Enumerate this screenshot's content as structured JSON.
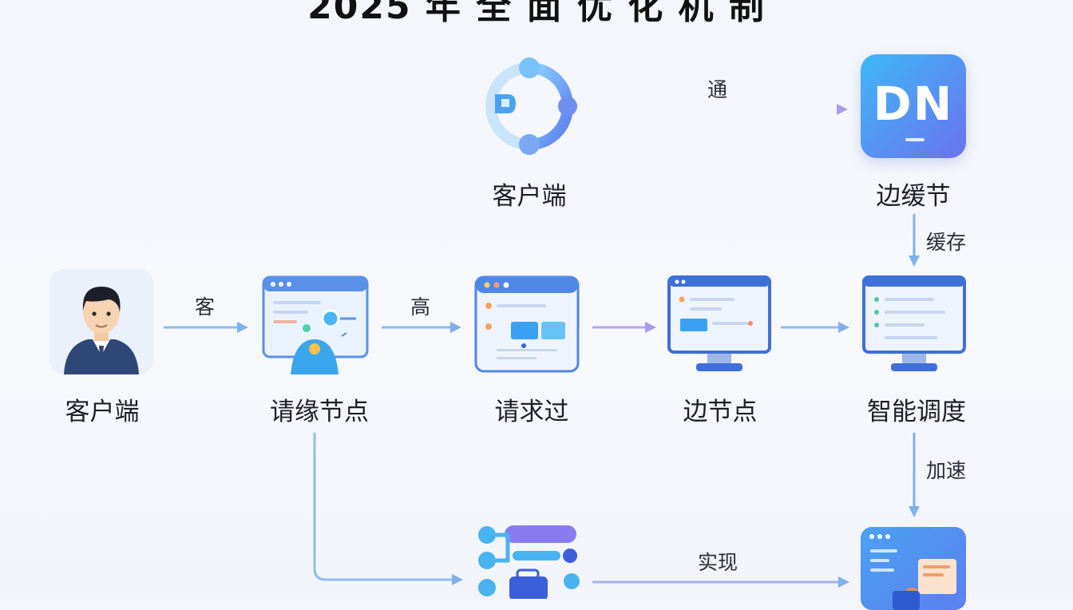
{
  "title": "2025 年 全 面 优 化 机 制",
  "nodes": {
    "client_top": "客户端",
    "edge_cache": "边缓节",
    "client_left": "客户端",
    "request_edge": "请缘节点",
    "request_pass": "请求过",
    "edge_node": "边节点",
    "smart_dispatch": "智能调度"
  },
  "edges": {
    "connect": "通",
    "cache": "缓存",
    "guest": "客",
    "high": "高",
    "accelerate": "加速",
    "realize": "实现"
  },
  "icons": {
    "dn_text": "DN"
  },
  "colors": {
    "arrow_blue": "#7fb0ee",
    "arrow_purple": "#a79bef",
    "monitor_frame": "#4a7fdf",
    "accent_blue": "#5aa6f3"
  }
}
